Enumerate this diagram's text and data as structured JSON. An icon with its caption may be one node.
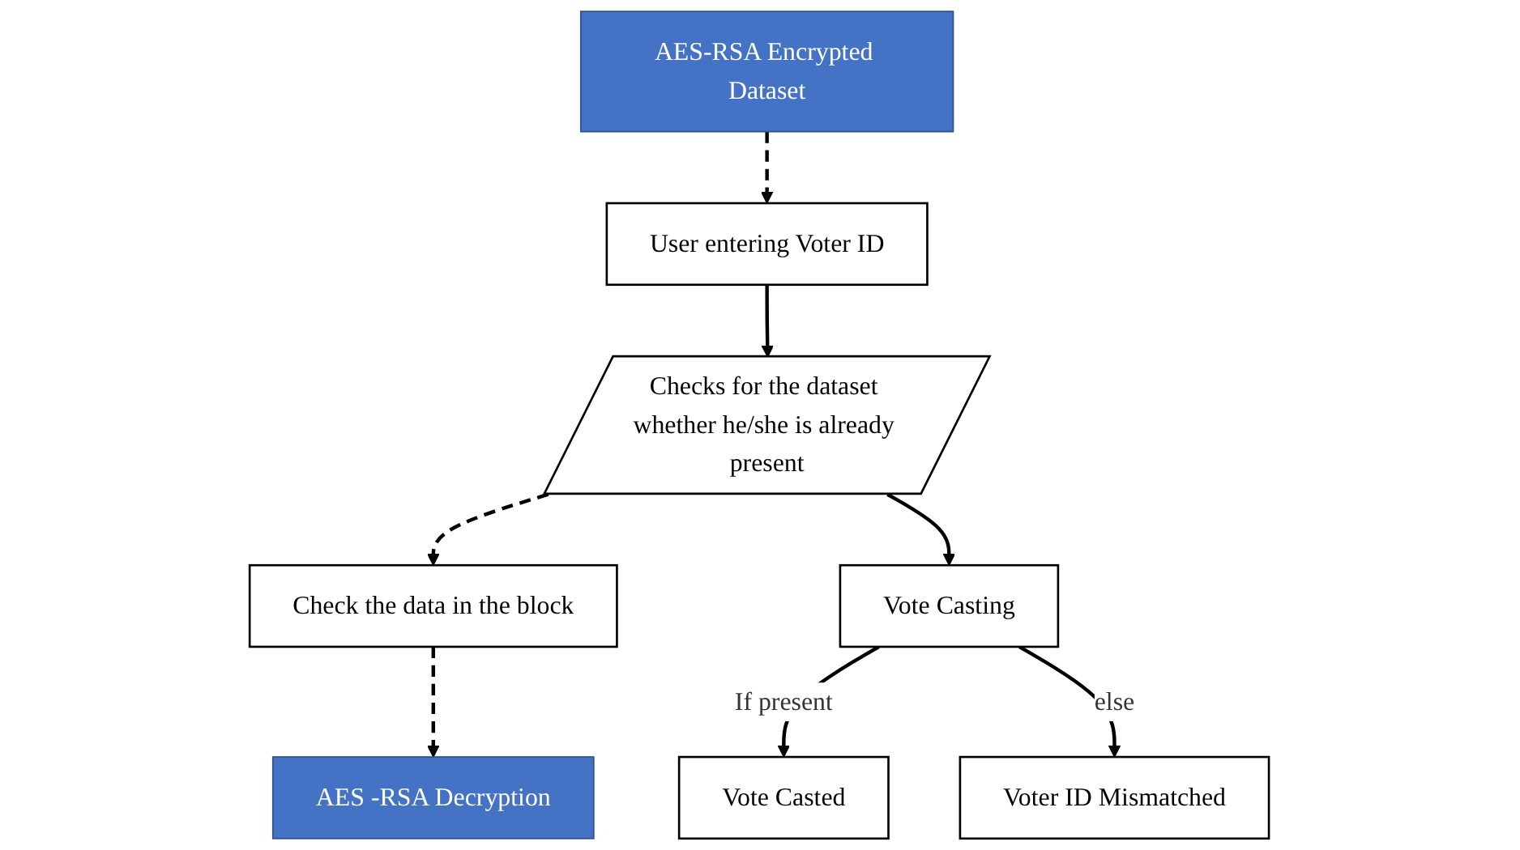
{
  "diagram": {
    "nodes": [
      {
        "text": [
          "User entering Voter ID"
        ]
      },
      {
        "text": [
          "AES-RSA Encrypted Dataset"
        ]
      },
      {
        "text": [
          "Checks for the dataset whether he/she is already present"
        ]
      },
      {
        "text": [
          "Check the data in the block"
        ]
      },
      {
        "text": [
          "AES -RSA Decryption"
        ]
      },
      {
        "text": [
          "Vote Casting"
        ]
      },
      {
        "text": [
          "Vote Casted"
        ]
      },
      {
        "text": [
          "Voter ID Mismatched"
        ]
      }
    ],
    "edges": [
      {
        "from": 1,
        "to": 0,
        "arrow": "to",
        "style": "dashed"
      },
      {
        "from": 0,
        "to": 2,
        "arrow": "to"
      },
      {
        "from": 2,
        "to": 3,
        "arrow": "to",
        "style": "dashed"
      },
      {
        "from": 3,
        "to": 4,
        "arrow": "to",
        "style": "dashed"
      },
      {
        "from": 2,
        "to": 5,
        "arrow": "to"
      },
      {
        "from": 5,
        "to": 6,
        "arrow": "to",
        "label": "If present"
      },
      {
        "from": 5,
        "to": 7,
        "arrow": "to",
        "label": "else"
      }
    ]
  }
}
